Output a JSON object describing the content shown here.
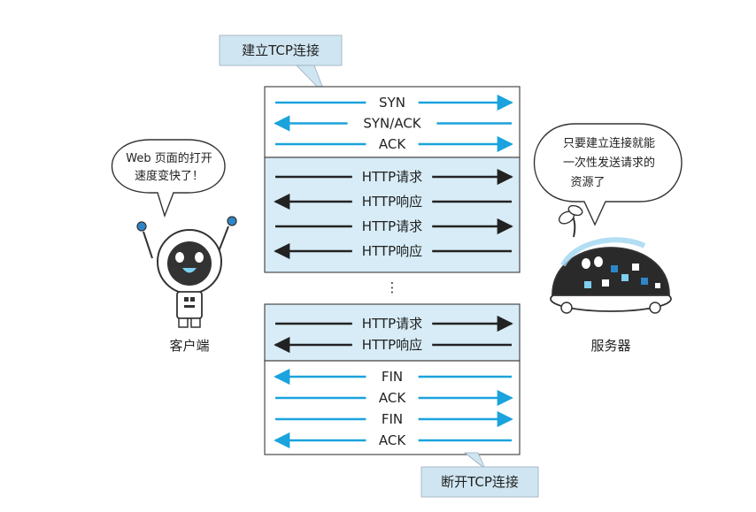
{
  "colors": {
    "tcp_arrow": "#1aa3dc",
    "http_arrow": "#222222",
    "http_band": "#d7ecf6",
    "frame": "#4a4a4a",
    "callout_fill": "#cfe6f2",
    "robot_blue": "#2e86c8"
  },
  "callouts": {
    "connect": "建立TCP连接",
    "disconnect": "断开TCP连接"
  },
  "messages": {
    "handshake": [
      {
        "label": "SYN",
        "direction": "right",
        "kind": "tcp"
      },
      {
        "label": "SYN/ACK",
        "direction": "left",
        "kind": "tcp"
      },
      {
        "label": "ACK",
        "direction": "right",
        "kind": "tcp"
      }
    ],
    "http_block_1": [
      {
        "label": "HTTP请求",
        "direction": "right",
        "kind": "http"
      },
      {
        "label": "HTTP响应",
        "direction": "left",
        "kind": "http"
      },
      {
        "label": "HTTP请求",
        "direction": "right",
        "kind": "http"
      },
      {
        "label": "HTTP响应",
        "direction": "left",
        "kind": "http"
      }
    ],
    "ellipsis": "⋮",
    "http_block_2": [
      {
        "label": "HTTP请求",
        "direction": "right",
        "kind": "http"
      },
      {
        "label": "HTTP响应",
        "direction": "left",
        "kind": "http"
      }
    ],
    "teardown": [
      {
        "label": "FIN",
        "direction": "left",
        "kind": "tcp"
      },
      {
        "label": "ACK",
        "direction": "right",
        "kind": "tcp"
      },
      {
        "label": "FIN",
        "direction": "right",
        "kind": "tcp"
      },
      {
        "label": "ACK",
        "direction": "left",
        "kind": "tcp"
      }
    ]
  },
  "client": {
    "bubble_lines": [
      "Web 页面的打开",
      "速度变快了！"
    ],
    "label": "客户端",
    "icon": "robot-client-icon"
  },
  "server": {
    "bubble_lines": [
      "只要建立连接就能",
      "一次性发送请求的",
      "资源了"
    ],
    "label": "服务器",
    "icon": "robot-server-icon"
  }
}
